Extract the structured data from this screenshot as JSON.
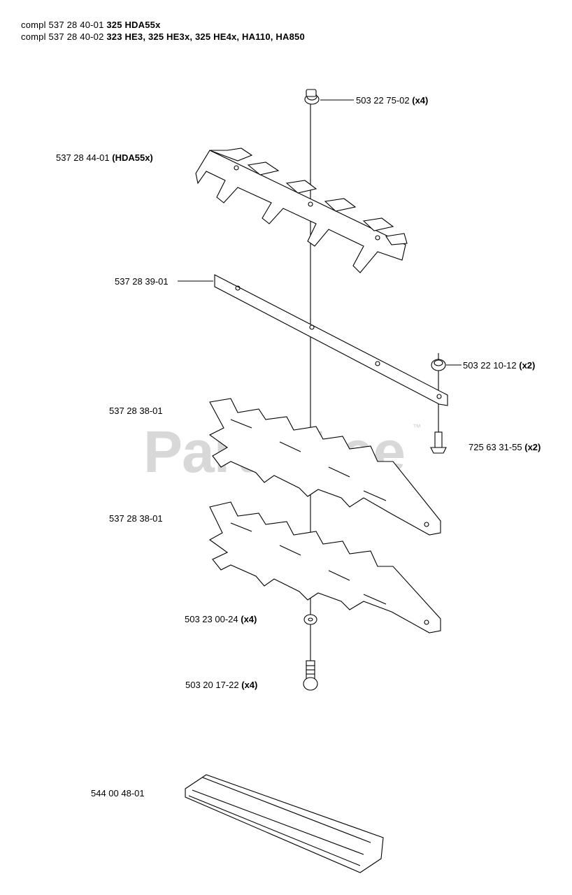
{
  "header": {
    "line1": {
      "prefix": "compl",
      "part": "537 28 40-01",
      "models": "325 HDA55x"
    },
    "line2": {
      "prefix": "compl",
      "part": "537 28 40-02",
      "models": "323 HE3, 325 HE3x, 325 HE4x, HA110, HA850"
    }
  },
  "watermark": {
    "text": "PartsTree",
    "tm": "™"
  },
  "parts": [
    {
      "number": "503 22 75-02",
      "qty": "(x4)"
    },
    {
      "number": "537 28 44-01",
      "qty": "(HDA55x)"
    },
    {
      "number": "537 28 39-01",
      "qty": ""
    },
    {
      "number": "503 22 10-12",
      "qty": "(x2)"
    },
    {
      "number": "537 28 38-01",
      "qty": ""
    },
    {
      "number": "725 63 31-55",
      "qty": "(x2)"
    },
    {
      "number": "537 28 38-01",
      "qty": ""
    },
    {
      "number": "503 23 00-24",
      "qty": "(x4)"
    },
    {
      "number": "503 20 17-22",
      "qty": "(x4)"
    },
    {
      "number": "544 00 48-01",
      "qty": ""
    }
  ]
}
